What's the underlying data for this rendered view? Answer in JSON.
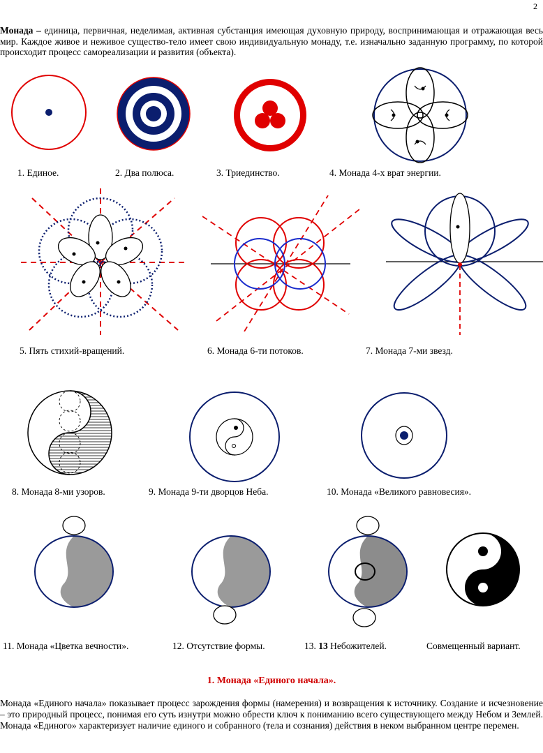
{
  "page_number": "2",
  "intro": {
    "term": "Монада –",
    "text": " единица, первичная, неделимая, активная субстанция имеющая духовную природу, воспринимающая и отражающая весь мир. Каждое живое и неживое существо-тело имеет свою индивидуальную монаду, т.е. изначально заданную программу, по которой происходит процесс самореализации и развития (объекта)."
  },
  "captions": {
    "c1": "1. Единое.",
    "c2": "2. Два полюса.",
    "c3": "3. Триединство.",
    "c4": "4. Монада 4-х врат энергии.",
    "c5": "5. Пять стихий-вращений.",
    "c6": "6. Монада 6-ти потоков.",
    "c7": "7. Монада 7-ми звезд.",
    "c8": "8. Монада 8-ми узоров.",
    "c9": "9. Монада 9-ти дворцов Неба.",
    "c10": "10. Монада «Великого равновесия».",
    "c11": "11. Монада «Цветка вечности».",
    "c12": "12. Отсутствие формы.",
    "c13_num": "13. ",
    "c13_bold": "13",
    "c13_rest": " Небожителей.",
    "c14": "Совмещенный вариант."
  },
  "heading": "1. Монада «Единого начала».",
  "body": "Монада «Единого начала» показывает процесс зарождения формы (намерения) и возвращения к источнику. Создание и исчезновение – это природный процесс, понимая его суть изнутри можно обрести ключ к пониманию всего существующего между Небом и Землей. Монада «Единого» характеризует наличие единого и собранного (тела и сознания) действия в неком выбранном центре перемен.",
  "colors": {
    "red": "#e00000",
    "navy": "#0b1e6e",
    "blue": "#1a2ccc",
    "grey": "#9a9a9a"
  }
}
